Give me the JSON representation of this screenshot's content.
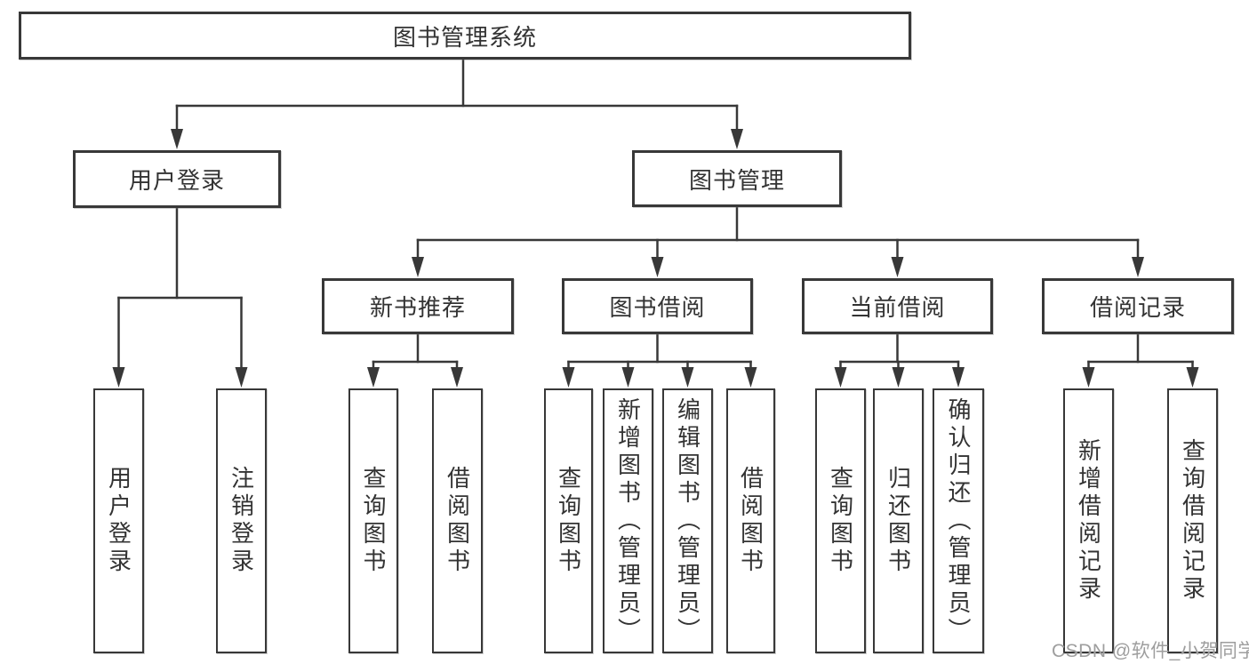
{
  "diagram": {
    "title": "图书管理系统",
    "user_login": {
      "label": "用户登录",
      "children": [
        "用户登录",
        "注销登录"
      ]
    },
    "book_mgmt": {
      "label": "图书管理",
      "groups": [
        {
          "label": "新书推荐",
          "children": [
            "查询图书",
            "借阅图书"
          ]
        },
        {
          "label": "图书借阅",
          "children": [
            "查询图书",
            "新增图书（管理员）",
            "编辑图书（管理员）",
            "借阅图书"
          ]
        },
        {
          "label": "当前借阅",
          "children": [
            "查询图书",
            "归还图书",
            "确认归还（管理员）"
          ]
        },
        {
          "label": "借阅记录",
          "children": [
            "新增借阅记录",
            "查询借阅记录"
          ]
        }
      ]
    }
  },
  "watermark": "CSDN @软件_小贺同学",
  "colors": {
    "line": "#383838",
    "text": "#333333",
    "watermark": "#9e9e9e",
    "background": "#ffffff"
  }
}
